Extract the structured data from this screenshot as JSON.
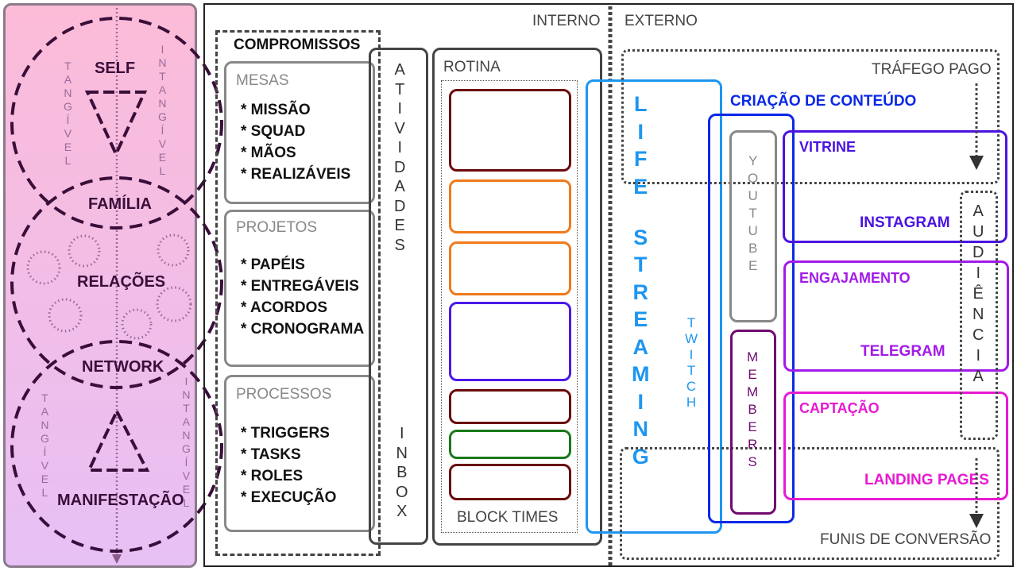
{
  "left_panel": {
    "circles": [
      {
        "title": "SELF",
        "symbol": "inverted-triangle"
      },
      {
        "title": "RELAÇÕES",
        "symbol": "dotted-circles"
      },
      {
        "title": "MANIFESTAÇÃO",
        "symbol": "triangle"
      }
    ],
    "intersections": [
      "FAMÍLIA",
      "NETWORK"
    ],
    "side_labels": {
      "left": "TANGÍVEL",
      "right": "INTANGÍVEL"
    }
  },
  "headers": {
    "internal": "INTERNO",
    "external": "EXTERNO"
  },
  "compromissos": {
    "title": "COMPROMISSOS",
    "groups": [
      {
        "title": "MESAS",
        "items": [
          "* MISSÃO",
          "* SQUAD",
          "* MÃOS",
          "* REALIZÁVEIS"
        ]
      },
      {
        "title": "PROJETOS",
        "items": [
          "* PAPÉIS",
          "* ENTREGÁVEIS",
          "* ACORDOS",
          "* CRONOGRAMA"
        ]
      },
      {
        "title": "PROCESSOS",
        "items": [
          "* TRIGGERS",
          "* TASKS",
          "* ROLES",
          "* EXECUÇÃO"
        ]
      }
    ]
  },
  "atividades": {
    "top": "ATIVIDADES",
    "bottom": "INBOX"
  },
  "rotina": {
    "title": "ROTINA",
    "footer": "BLOCK TIMES",
    "blocks": [
      {
        "color": "#6b0a0a"
      },
      {
        "color": "#f07a1a"
      },
      {
        "color": "#f07a1a"
      },
      {
        "color": "#4a1ae8"
      },
      {
        "color": "#6b0a0a"
      },
      {
        "color": "#1a7a1a"
      },
      {
        "color": "#6b0a0a"
      }
    ]
  },
  "streaming": {
    "title": "LIFE STREAMING",
    "twitch": "TWITCH",
    "color": "#1e96f0"
  },
  "conteudo": {
    "title": "CRIAÇÃO DE CONTEÚDO",
    "color": "#0a28e6",
    "youtube": "YOUTUBE",
    "members": "MEMBERS"
  },
  "trafego": {
    "label": "TRÁFEGO PAGO"
  },
  "funis": {
    "label": "FUNIS DE CONVERSÃO"
  },
  "audiencia": {
    "label": "AUDIÊNCIA"
  },
  "channels": [
    {
      "stage": "VITRINE",
      "platform": "INSTAGRAM",
      "color": "#4a14e0"
    },
    {
      "stage": "ENGAJAMENTO",
      "platform": "TELEGRAM",
      "color": "#a21ae8"
    },
    {
      "stage": "CAPTAÇÃO",
      "platform": "LANDING PAGES",
      "color": "#e61ad2"
    }
  ]
}
